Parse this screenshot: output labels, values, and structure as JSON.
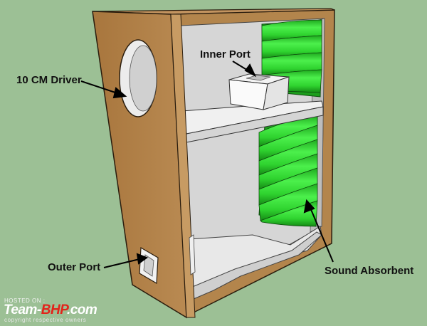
{
  "labels": {
    "driver": "10 CM Driver",
    "inner_port": "Inner Port",
    "outer_port": "Outer Port",
    "sound_absorbent": "Sound Absorbent"
  },
  "watermark": {
    "hosted_on": "HOSTED ON :",
    "logo_part1": "Team-",
    "logo_part2": "BHP",
    "logo_part3": ".com",
    "copyright": "copyright respective owners"
  },
  "colors": {
    "background": "#9cc095",
    "wood": "#b07f45",
    "interior": "#d9d9d9",
    "absorbent": "#33d633",
    "logo_accent": "#e2231a"
  }
}
